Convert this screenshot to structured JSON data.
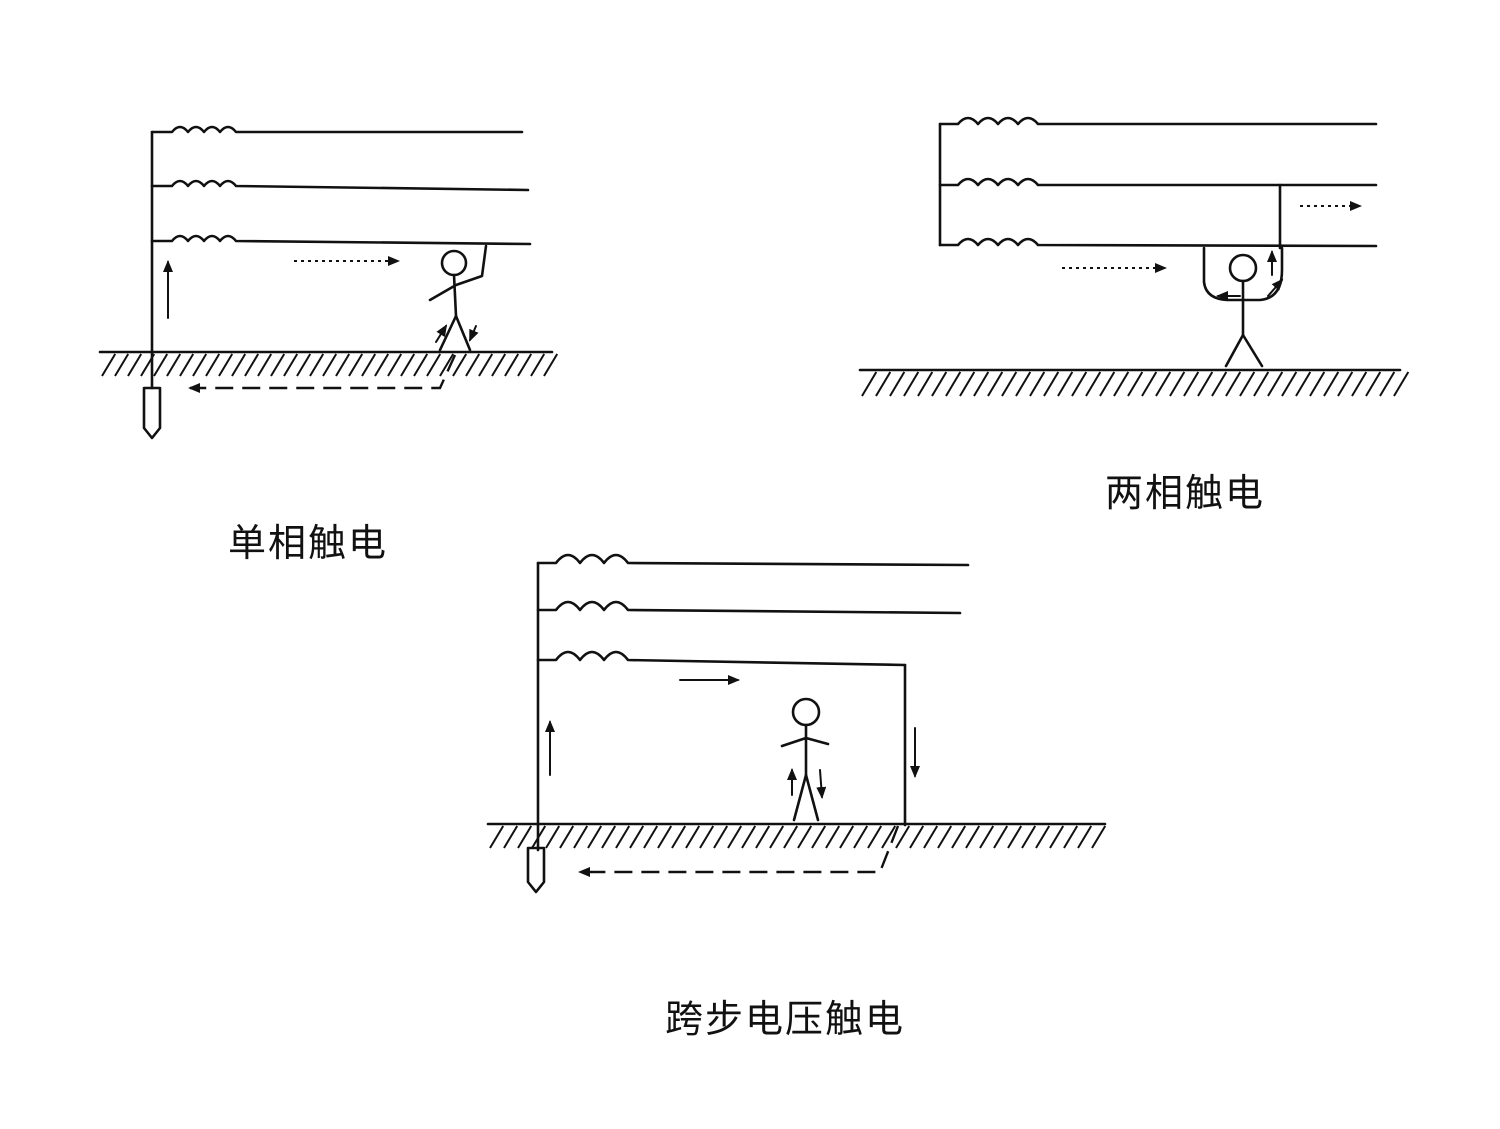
{
  "captions": {
    "single_phase": "单相触电",
    "two_phase": "两相触电",
    "step_voltage": "跨步电压触电"
  },
  "colors": {
    "ink": "#111111",
    "background": "#ffffff"
  }
}
